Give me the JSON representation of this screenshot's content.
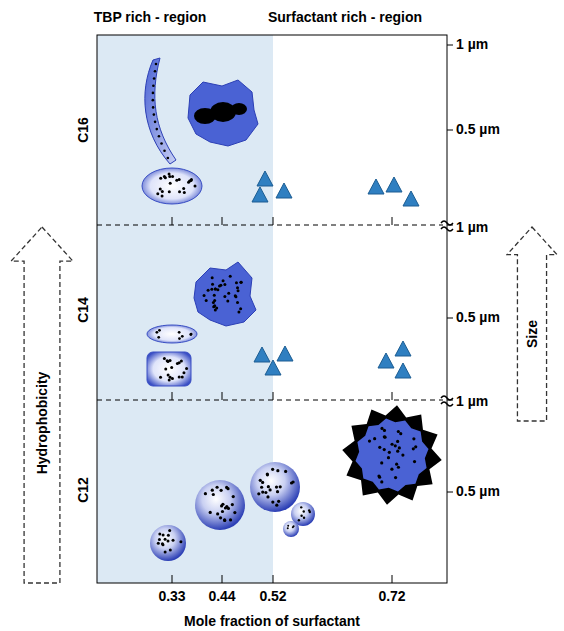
{
  "diagram": {
    "nodes": [
      {
        "text": [
          "Hydrophobicity"
        ]
      },
      {
        "text": [
          "Size"
        ]
      }
    ],
    "labels": [
      "TBP rich - region",
      "Surfactant rich - region",
      "1 µm",
      "0.5 µm",
      "1 µm",
      "0.5 µm",
      "1 µm",
      "0.5 µm",
      "C16",
      "C14",
      "C12",
      "0.33",
      "0.44",
      "0.52",
      "0.72",
      "Mole fraction of surfactant"
    ]
  }
}
